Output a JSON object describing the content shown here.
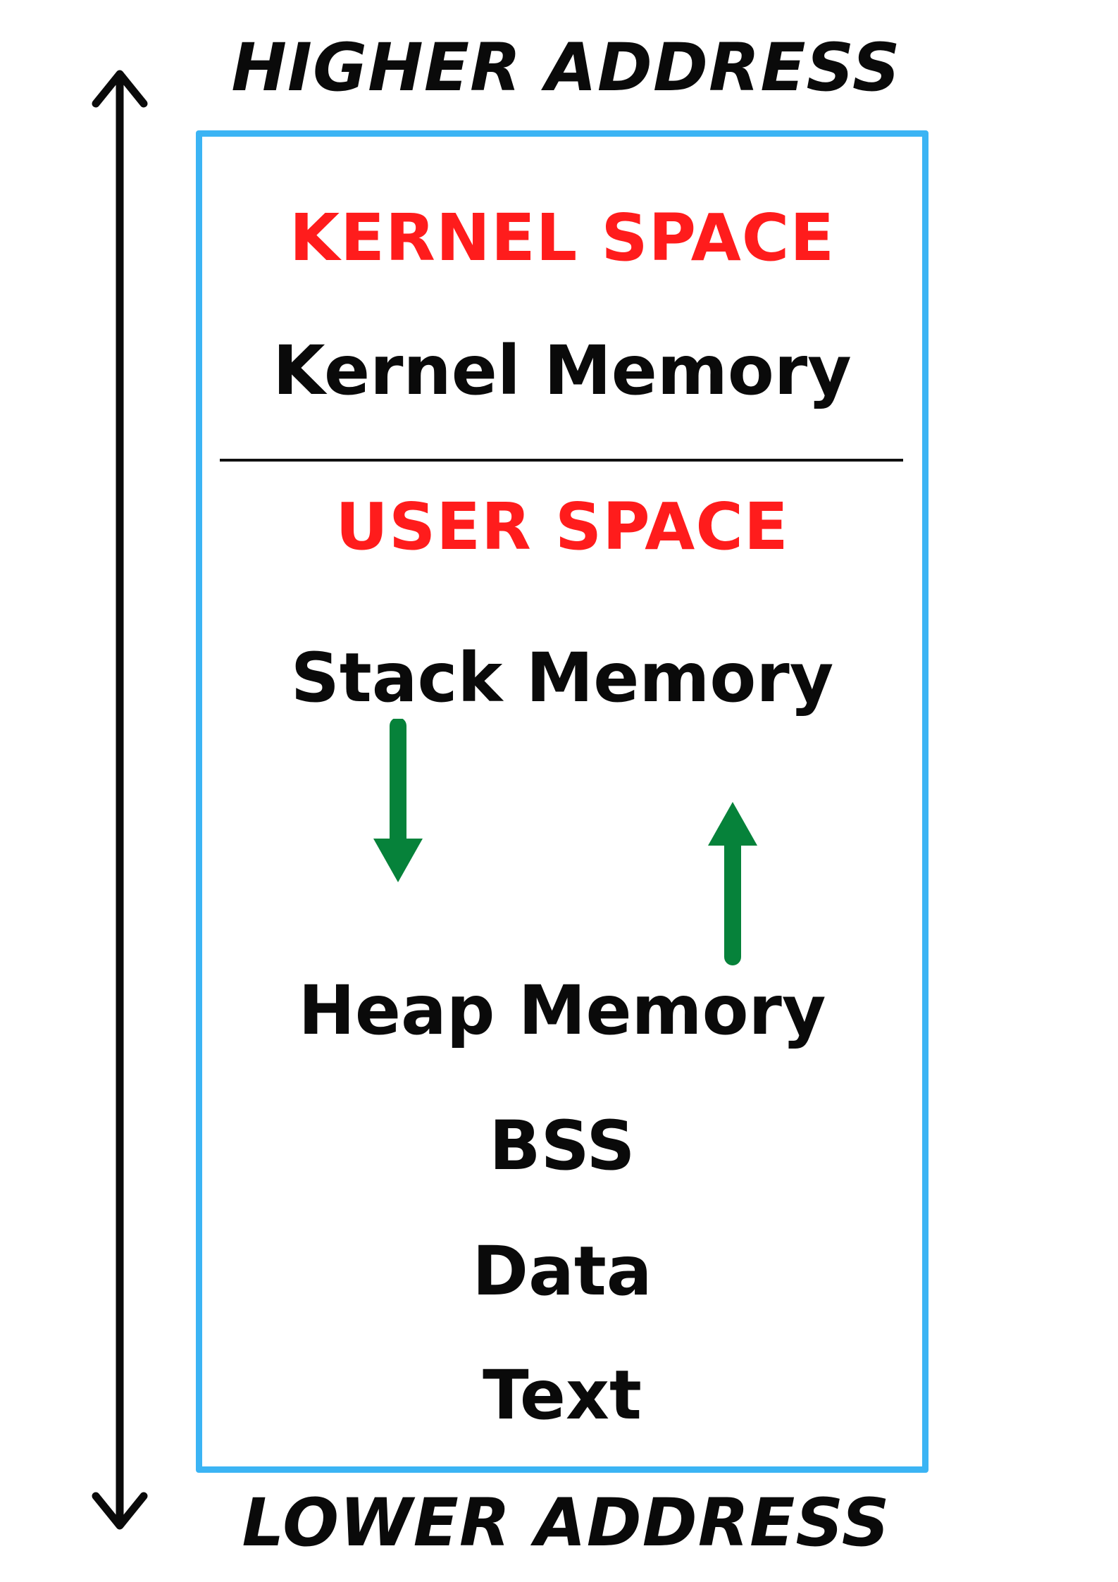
{
  "diagram": {
    "higher_address": "HIGHER ADDRESS",
    "lower_address": "LOWER ADDRESS",
    "kernel_space_title": "KERNEL SPACE",
    "kernel_memory": "Kernel Memory",
    "user_space_title": "USER SPACE",
    "stack_memory": "Stack Memory",
    "heap_memory": "Heap Memory",
    "bss": "BSS",
    "data": "Data",
    "text": "Text"
  },
  "colors": {
    "box_border": "#3bb4f4",
    "space_title": "#ff1c1c",
    "growth_arrow": "#06823a",
    "axis_arrow": "#0a0a0a"
  },
  "icons": {
    "address_axis": "double-headed-vertical-arrow",
    "stack_growth": "arrow-down",
    "heap_growth": "arrow-up"
  }
}
